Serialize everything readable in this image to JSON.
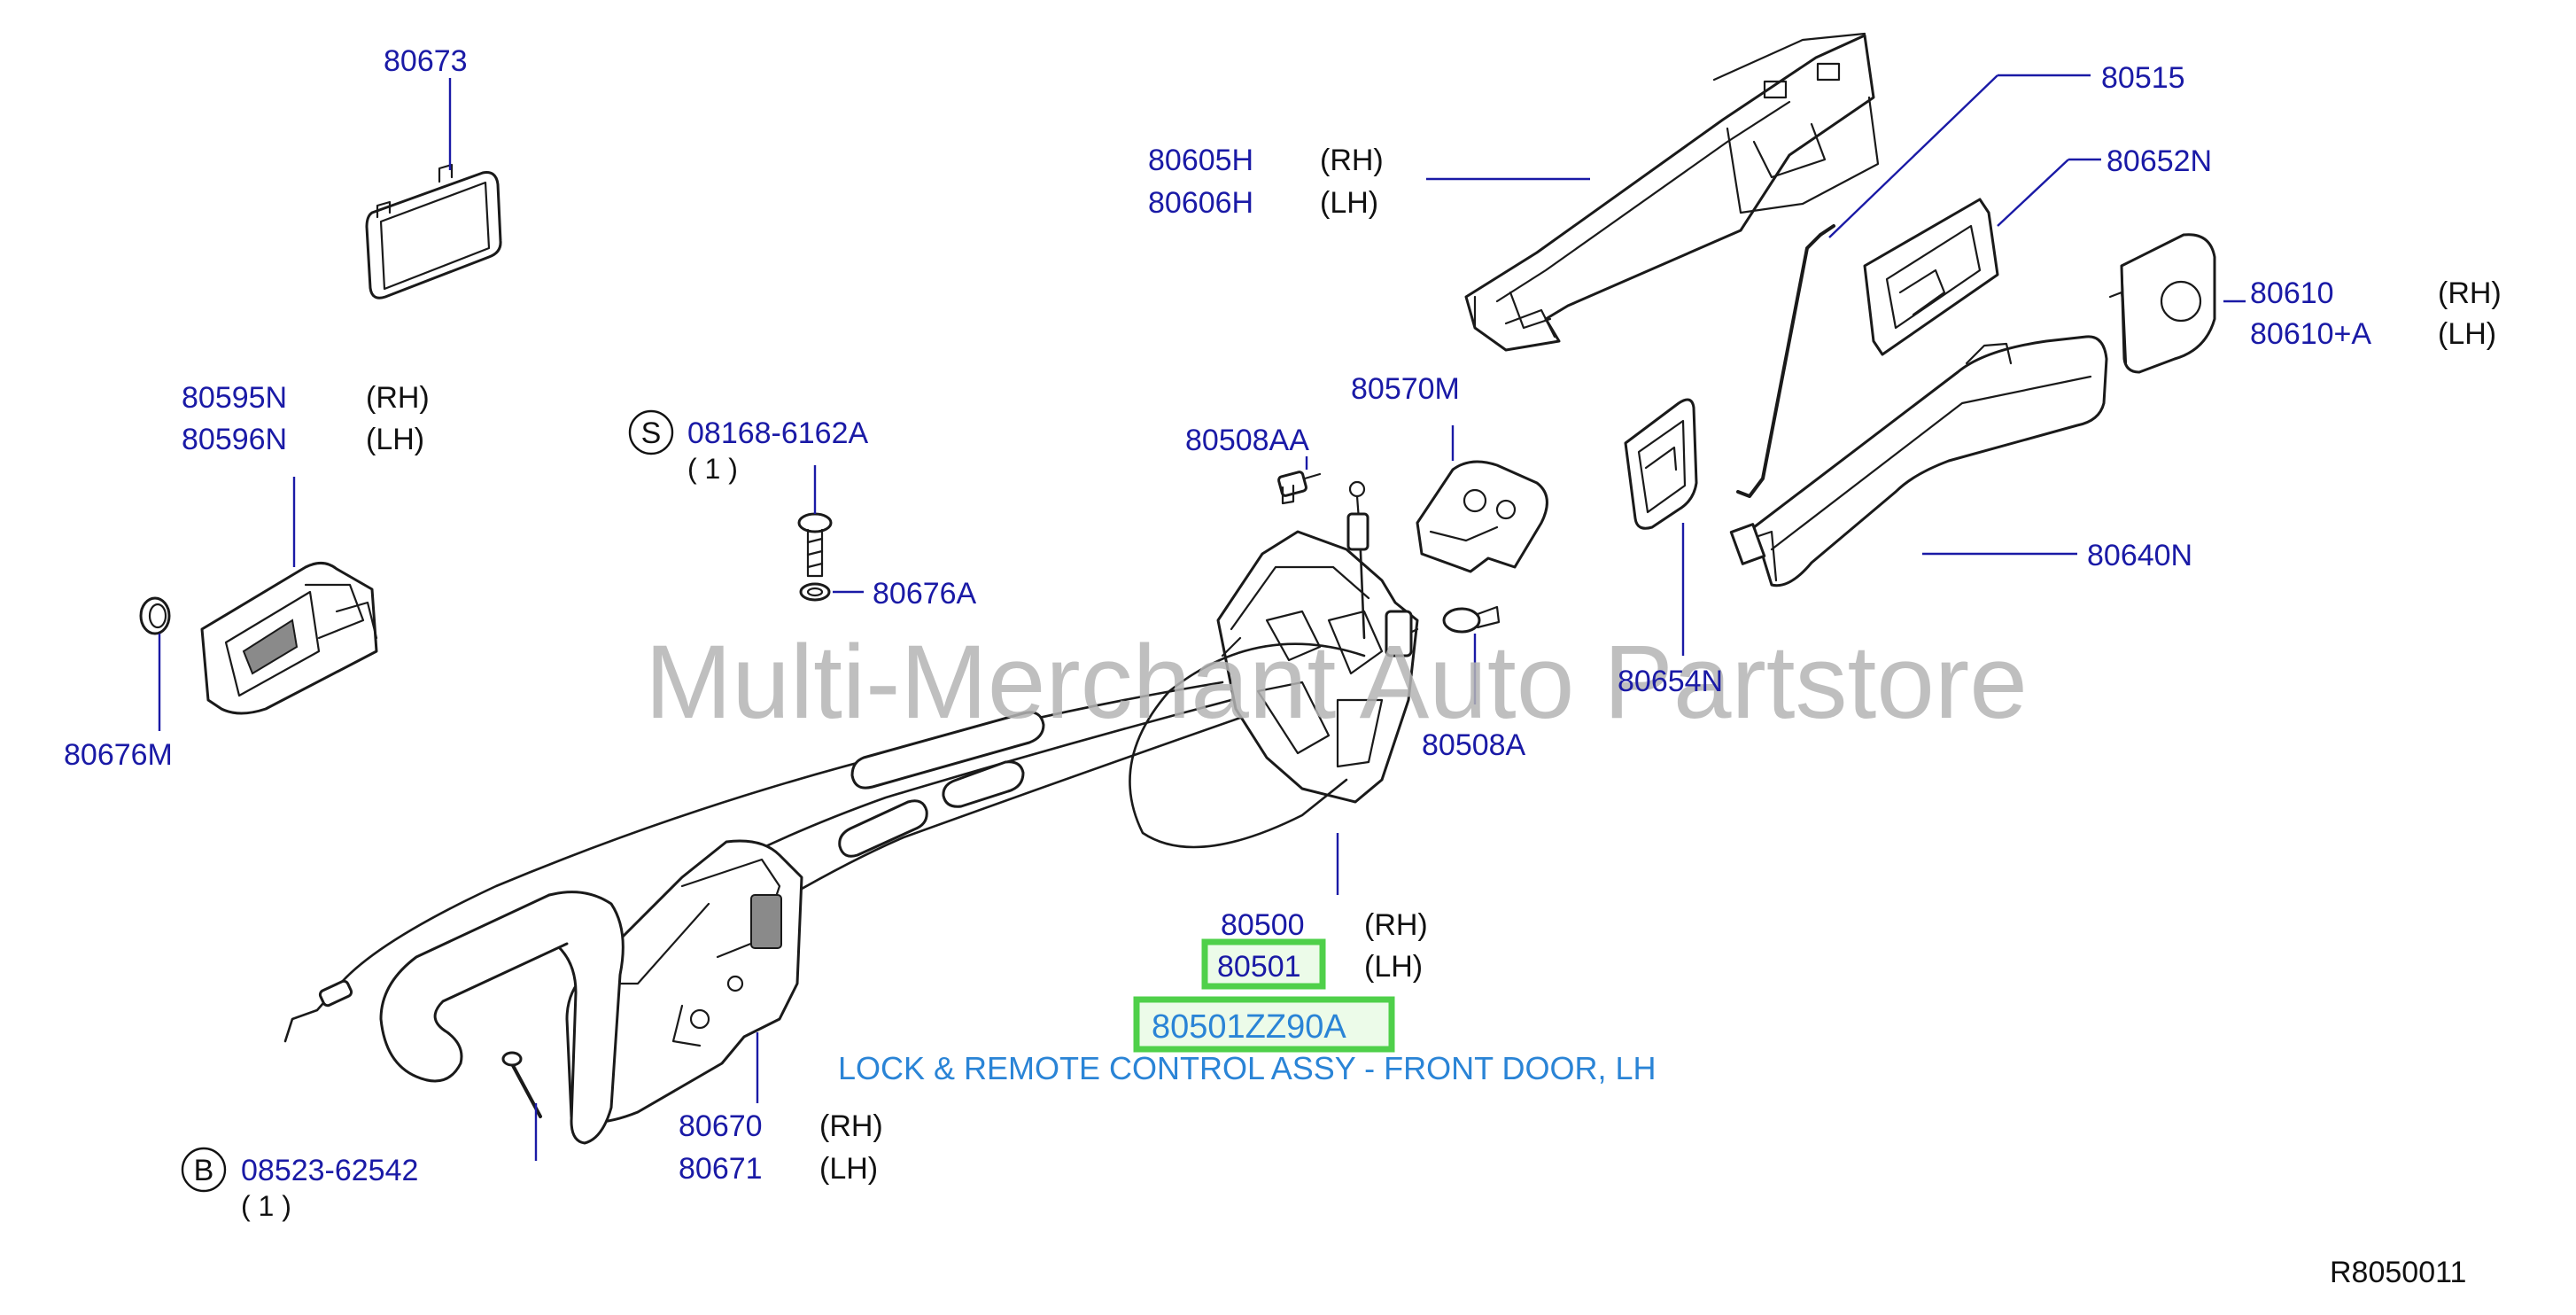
{
  "colors": {
    "part_number": "#1a1aa6",
    "description": "#2a84d6",
    "highlight_border": "#4fd04a",
    "watermark": "#b4b4b4"
  },
  "watermark": "Multi-Merchant Auto Partstore",
  "diagram_code": "R8050011",
  "selected": {
    "part_number": "80501ZZ90A",
    "description": "LOCK & REMOTE CONTROL ASSY - FRONT DOOR, LH"
  },
  "labels": {
    "p80673": "80673",
    "p80605H": "80605H",
    "p80605H_side": "(RH)",
    "p80606H": "80606H",
    "p80606H_side": "(LH)",
    "p80515": "80515",
    "p80652N": "80652N",
    "p80610": "80610",
    "p80610_side": "(RH)",
    "p80610A": "80610+A",
    "p80610A_side": "(LH)",
    "p80595N": "80595N",
    "p80595N_side": "(RH)",
    "p80596N": "80596N",
    "p80596N_side": "(LH)",
    "s_marker": "S",
    "p08168": "08168-6162A",
    "p08168_qty": "( 1 )",
    "p80508AA": "80508AA",
    "p80570M": "80570M",
    "p80676A": "80676A",
    "p80676M": "80676M",
    "p80654N": "80654N",
    "p80640N": "80640N",
    "p80508A": "80508A",
    "p80500": "80500",
    "p80500_side": "(RH)",
    "p80501": "80501",
    "p80501_side": "(LH)",
    "p80670": "80670",
    "p80670_side": "(RH)",
    "p80671": "80671",
    "p80671_side": "(LH)",
    "b_marker": "B",
    "p08523": "08523-62542",
    "p08523_qty": "( 1 )"
  }
}
